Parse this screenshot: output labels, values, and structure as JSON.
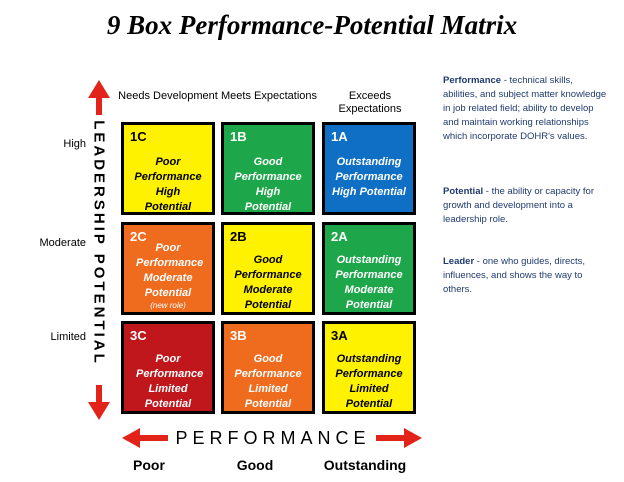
{
  "title": "9 Box Performance-Potential Matrix",
  "columns": [
    "Needs Development",
    "Meets Expectations",
    "Exceeds Expectations"
  ],
  "rows": [
    "High",
    "Moderate",
    "Limited"
  ],
  "cells": [
    {
      "code": "1C",
      "label": "Poor Performance High Potential",
      "color": "#fff200"
    },
    {
      "code": "1B",
      "label": "Good Performance High Potential",
      "color": "#1ea64a"
    },
    {
      "code": "1A",
      "label": "Outstanding Performance High Potential",
      "color": "#0e6fc4"
    },
    {
      "code": "2C",
      "label": "Poor Performance Moderate Potential",
      "note": "(new role)",
      "color": "#ef6b1e"
    },
    {
      "code": "2B",
      "label": "Good Performance Moderate Potential",
      "color": "#fff200"
    },
    {
      "code": "2A",
      "label": "Outstanding Performance Moderate Potential",
      "color": "#1ea64a"
    },
    {
      "code": "3C",
      "label": "Poor Performance Limited Potential",
      "color": "#c0171c"
    },
    {
      "code": "3B",
      "label": "Good Performance Limited Potential",
      "color": "#ef6b1e"
    },
    {
      "code": "3A",
      "label": "Outstanding Performance Limited Potential",
      "color": "#fff200"
    }
  ],
  "vertical_axis": "LEADERSHIP POTENTIAL",
  "horizontal_axis": "PERFORMANCE",
  "performance_levels": [
    "Poor",
    "Good",
    "Outstanding"
  ],
  "arrow_color": "#e2231a",
  "definitions": [
    {
      "term": "Performance",
      "text": " - technical skills, abilities, and subject matter knowledge in job related field; ability to develop and maintain working relationships which incorporate DOHR's values."
    },
    {
      "term": "Potential",
      "text": " - the ability or capacity for growth and development into a leadership role."
    },
    {
      "term": "Leader",
      "text": " - one who guides, directs, influences, and shows the way to others."
    }
  ]
}
